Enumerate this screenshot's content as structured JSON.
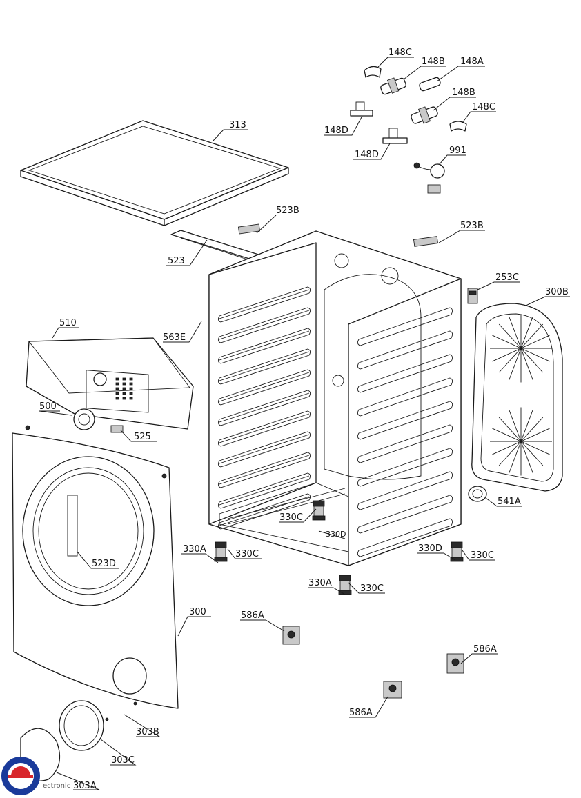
{
  "labels": {
    "l148C_top": "148C",
    "l148B_top": "148B",
    "l148A": "148A",
    "l148B_mid": "148B",
    "l148C_mid": "148C",
    "l148D_left": "148D",
    "l148D_right": "148D",
    "l991": "991",
    "l313": "313",
    "l523B_left": "523B",
    "l523B_right": "523B",
    "l523": "523",
    "l253C": "253C",
    "l300B": "300B",
    "l510": "510",
    "l563E": "563E",
    "l500": "500",
    "l525": "525",
    "l541A": "541A",
    "l330C_center": "330C",
    "l330D_center": "330D",
    "l330A_left": "330A",
    "l330C_left": "330C",
    "l330D_right": "330D",
    "l330C_right": "330C",
    "l330A_front": "330A",
    "l330C_front": "330C",
    "l523D": "523D",
    "l300": "300",
    "l586A_left": "586A",
    "l586A_right": "586A",
    "l586A_bottom": "586A",
    "l303B": "303B",
    "l303C": "303C",
    "l303A": "303A"
  },
  "watermark": "ectronic"
}
